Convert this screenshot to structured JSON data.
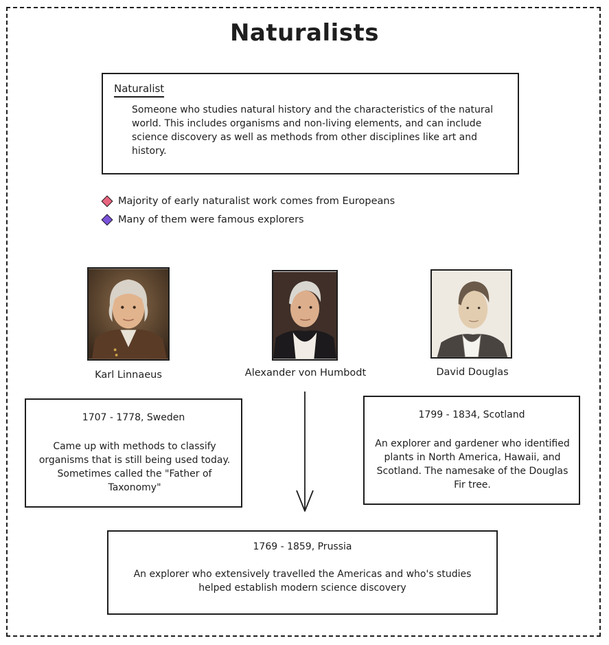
{
  "title": "Naturalists",
  "definition": {
    "term": "Naturalist",
    "text": "Someone who studies natural history and the characteristics of the natural world. This includes organisms and non-living elements, and can include science discovery as well as methods from other disciplines like art and history."
  },
  "bullets": [
    {
      "text": "Majority of early naturalist work comes from Europeans",
      "color": "#e8657f"
    },
    {
      "text": "Many of them were famous explorers",
      "color": "#7b52d9"
    }
  ],
  "people": [
    {
      "name": "Karl Linnaeus",
      "dates": "1707 - 1778, Sweden",
      "description": "Came up with methods to classify organisms that is still being used today. Sometimes called the \"Father of Taxonomy\""
    },
    {
      "name": "Alexander von Humbodt",
      "dates": "1769 - 1859, Prussia",
      "description": "An explorer who extensively travelled the Americas and who's studies helped establish modern science discovery"
    },
    {
      "name": "David Douglas",
      "dates": "1799 - 1834, Scotland",
      "description": "An explorer and gardener who identified plants in North America, Hawaii, and Scotland. The namesake of the Douglas Fir tree."
    }
  ]
}
